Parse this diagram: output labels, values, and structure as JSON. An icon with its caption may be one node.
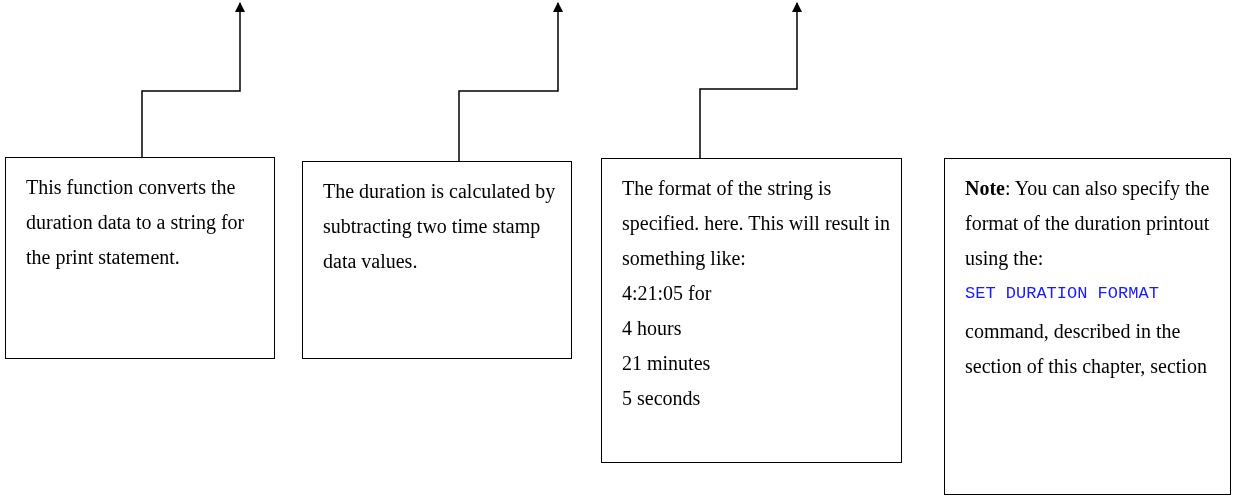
{
  "diagram": {
    "nodes": [
      {
        "text": [
          "This function converts the duration data to a string for the print statement."
        ]
      },
      {
        "text": [
          "The duration is calculated by subtracting two time stamp data values."
        ]
      },
      {
        "text": [
          "The format of the string is specified. here. This will result in something like:",
          "4:21:05 for",
          "4 hours",
          "21 minutes",
          "5 seconds"
        ]
      },
      {
        "text": [
          "**Note**: You can also specify the format of the duration printout using the:",
          "SET DURATION FORMAT",
          "command, described in the section of this chapter, section"
        ]
      }
    ],
    "edges": [
      {
        "from": 0,
        "to": null,
        "arrow": "to"
      },
      {
        "from": 1,
        "to": null,
        "arrow": "to"
      },
      {
        "from": 2,
        "to": null,
        "arrow": "to"
      }
    ]
  }
}
